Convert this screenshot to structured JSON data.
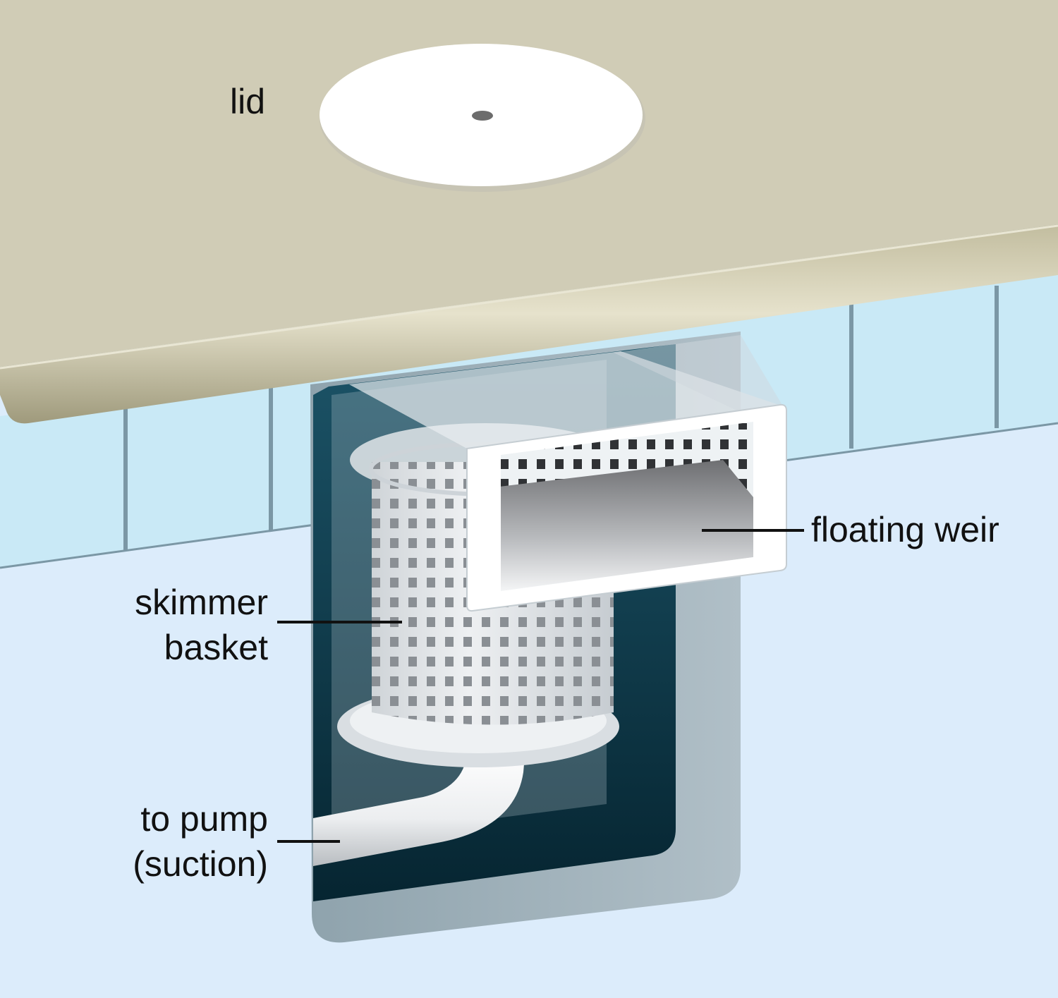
{
  "labels": {
    "lid": "lid",
    "floating_weir": "floating weir",
    "skimmer_basket_line1": "skimmer",
    "skimmer_basket_line2": "basket",
    "to_pump_line1": "to pump",
    "to_pump_line2": "(suction)"
  },
  "colors": {
    "deck": "#d0ccb6",
    "coping": "#c6c1a4",
    "tile": "#c9e9f6",
    "tile_grout": "#7b97a5",
    "water": "#dcecfb",
    "skimmer_housing": "#9eb0ba",
    "skimmer_cavity": "#0a3142",
    "basket": "#e6e9ec",
    "weir_frame": "#ffffff",
    "weir_flap": "#8b8d90",
    "label_text": "#111111"
  }
}
